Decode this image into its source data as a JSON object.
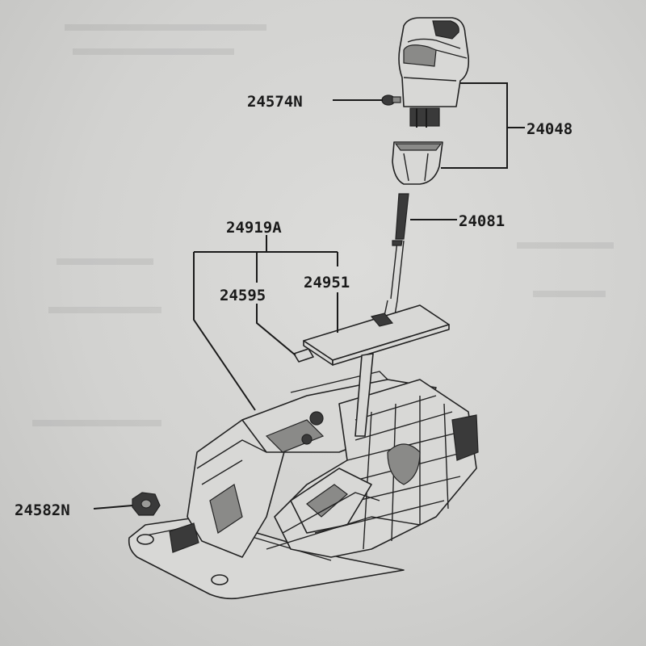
{
  "diagram": {
    "parts": [
      {
        "id": "knob",
        "label": "24574N"
      },
      {
        "id": "knob-assembly",
        "label": "24048"
      },
      {
        "id": "rod",
        "label": "24081"
      },
      {
        "id": "assembly",
        "label": "24919A"
      },
      {
        "id": "cover-plate",
        "label": "24951"
      },
      {
        "id": "clip",
        "label": "24595"
      },
      {
        "id": "nut",
        "label": "24582N"
      }
    ]
  }
}
